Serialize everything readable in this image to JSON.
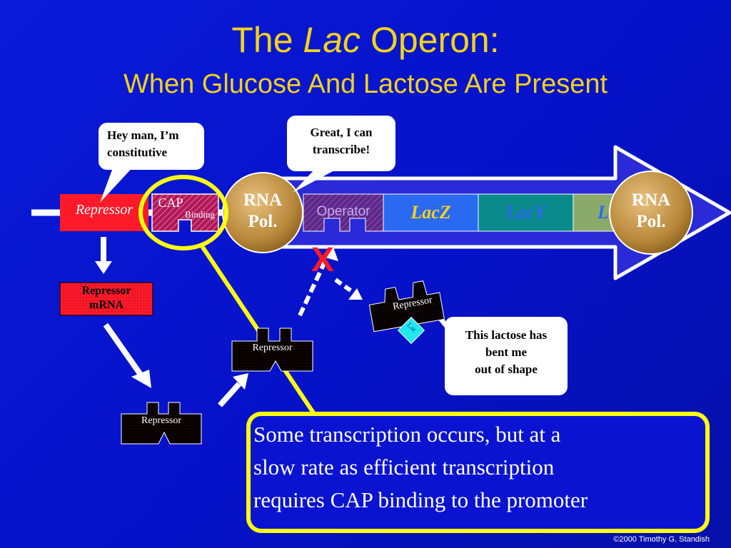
{
  "title": {
    "prefix": "The",
    "italic": "Lac",
    "suffix": "Operon:",
    "subtitle": "When Glucose And Lactose Are Present"
  },
  "dna": {
    "repressor_gene": "Repressor",
    "cap_label": "CAP",
    "cap_binding_label": "Binding",
    "operator": "Operator",
    "lacz": "LacZ",
    "lacy": "LacY",
    "laca_partial": "L"
  },
  "rna_pol": {
    "line1": "RNA",
    "line2": "Pol."
  },
  "bubbles": {
    "repressor_line1": "Hey man, I’m",
    "repressor_line2": "constitutive",
    "polymerase_line1": "Great, I can",
    "polymerase_line2": "transcribe!",
    "lactose_line1": "This lactose has",
    "lactose_line2": "bent me",
    "lactose_line3": "out of shape"
  },
  "repressor_mrna": {
    "line1": "Repressor",
    "line2": "mRNA"
  },
  "proteins": {
    "repressor_label": "Repressor",
    "lac_label": "Lac"
  },
  "blocked_mark": "X",
  "summary": {
    "line1": "Some transcription occurs, but at a",
    "line2": "slow rate as efficient transcription",
    "line3": "requires CAP binding to the promoter"
  },
  "copyright": "©2000 Timothy G. Standish",
  "colors": {
    "title": "#f2d21a",
    "repressor_gene": "#ff1a2a",
    "cap_site": "#b01858",
    "operator": "#6a2a9a",
    "lacz": "#2a6af2",
    "lacy": "#0a8a8a",
    "laca": "#8aaa6a",
    "rna_pol": "#c89a4a",
    "highlight": "#ffff10",
    "lac_molecule": "#20e8f0"
  }
}
